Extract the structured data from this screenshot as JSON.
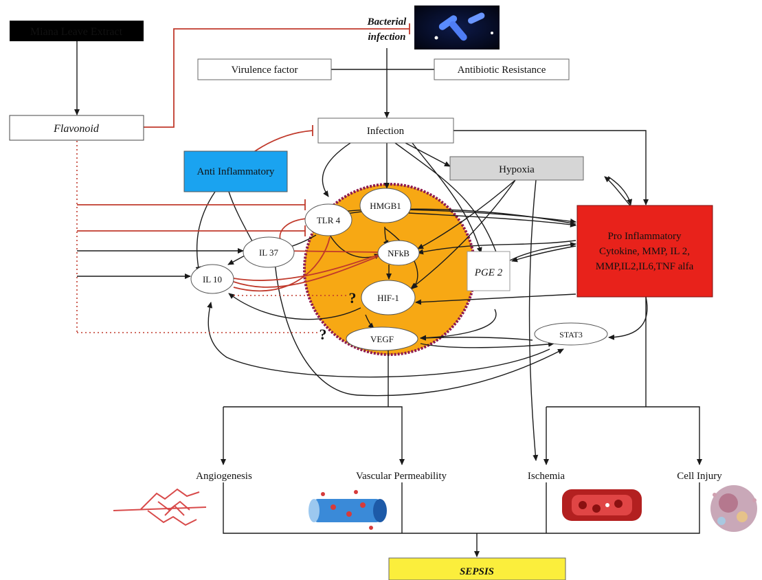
{
  "nodes": {
    "miana": "Miana Leave Extract",
    "flavonoid": "Flavonoid",
    "bacterial_line1": "Bacterial",
    "bacterial_line2": "infection",
    "virulence": "Virulence factor",
    "antibiotic": "Antibiotic Resistance",
    "infection": "Infection",
    "anti_inflammatory": "Anti Inflammatory",
    "hypoxia": "Hypoxia",
    "hmgb1": "HMGB1",
    "tlr4": "TLR 4",
    "il37": "IL 37",
    "nfkb": "NFkB",
    "il10": "IL 10",
    "hif1": "HIF-1",
    "vegf": "VEGF",
    "pge2": "PGE 2",
    "stat3": "STAT3",
    "pro_line1": "Pro Inflammatory",
    "pro_line2": "Cytokine, MMP, IL 2,",
    "pro_line3": "MMP,IL2,IL6,TNF alfa",
    "question1": "?",
    "question2": "?"
  },
  "outcomes": {
    "angiogenesis": "Angiogenesis",
    "vascular": "Vascular Permeability",
    "ischemia": "Ischemia",
    "cell_injury": "Cell Injury",
    "sepsis": "SEPSIS"
  },
  "colors": {
    "inhibit": "#c0392b",
    "arrow": "#1a1a1a",
    "core_fill": "#f7a814",
    "core_border": "#8e1a4f",
    "anti_fill": "#1aa3f0",
    "pro_fill": "#e8221b",
    "hypoxia_fill": "#d6d6d6",
    "sepsis_fill": "#fbee3c",
    "miana_fill": "#000000"
  }
}
